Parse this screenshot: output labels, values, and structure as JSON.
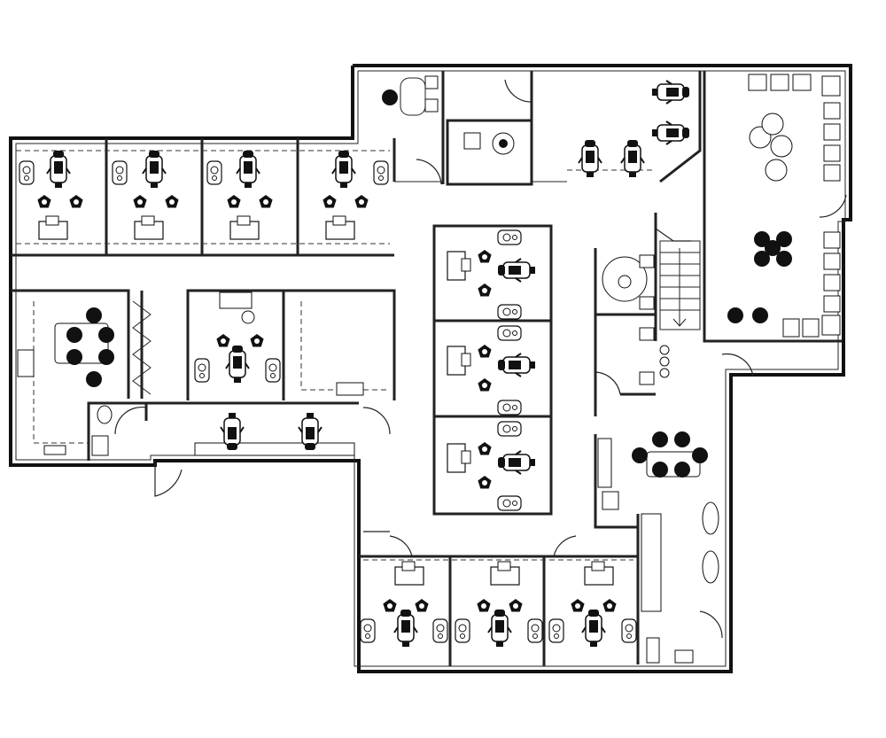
{
  "plan": {
    "rooms": [
      {
        "id": "operatory-top-1",
        "kind": "operatory"
      },
      {
        "id": "operatory-top-2",
        "kind": "operatory"
      },
      {
        "id": "operatory-top-3",
        "kind": "operatory"
      },
      {
        "id": "operatory-top-4",
        "kind": "operatory"
      },
      {
        "id": "operatory-center-1",
        "kind": "operatory"
      },
      {
        "id": "operatory-center-2",
        "kind": "operatory"
      },
      {
        "id": "operatory-center-3",
        "kind": "operatory"
      },
      {
        "id": "operatory-bottom-1",
        "kind": "operatory"
      },
      {
        "id": "operatory-bottom-2",
        "kind": "operatory"
      },
      {
        "id": "operatory-bottom-3",
        "kind": "operatory"
      },
      {
        "id": "operatory-middle",
        "kind": "operatory"
      },
      {
        "id": "conference-room",
        "kind": "conference"
      },
      {
        "id": "waiting-room",
        "kind": "waiting"
      },
      {
        "id": "staff-lounge",
        "kind": "lounge"
      },
      {
        "id": "restroom-west",
        "kind": "restroom"
      },
      {
        "id": "restroom-east",
        "kind": "restroom"
      },
      {
        "id": "sterilization",
        "kind": "sterilization"
      },
      {
        "id": "lab",
        "kind": "lab"
      },
      {
        "id": "stair",
        "kind": "stair"
      }
    ],
    "colors": {
      "wall": "#111111",
      "background": "#ffffff"
    }
  }
}
